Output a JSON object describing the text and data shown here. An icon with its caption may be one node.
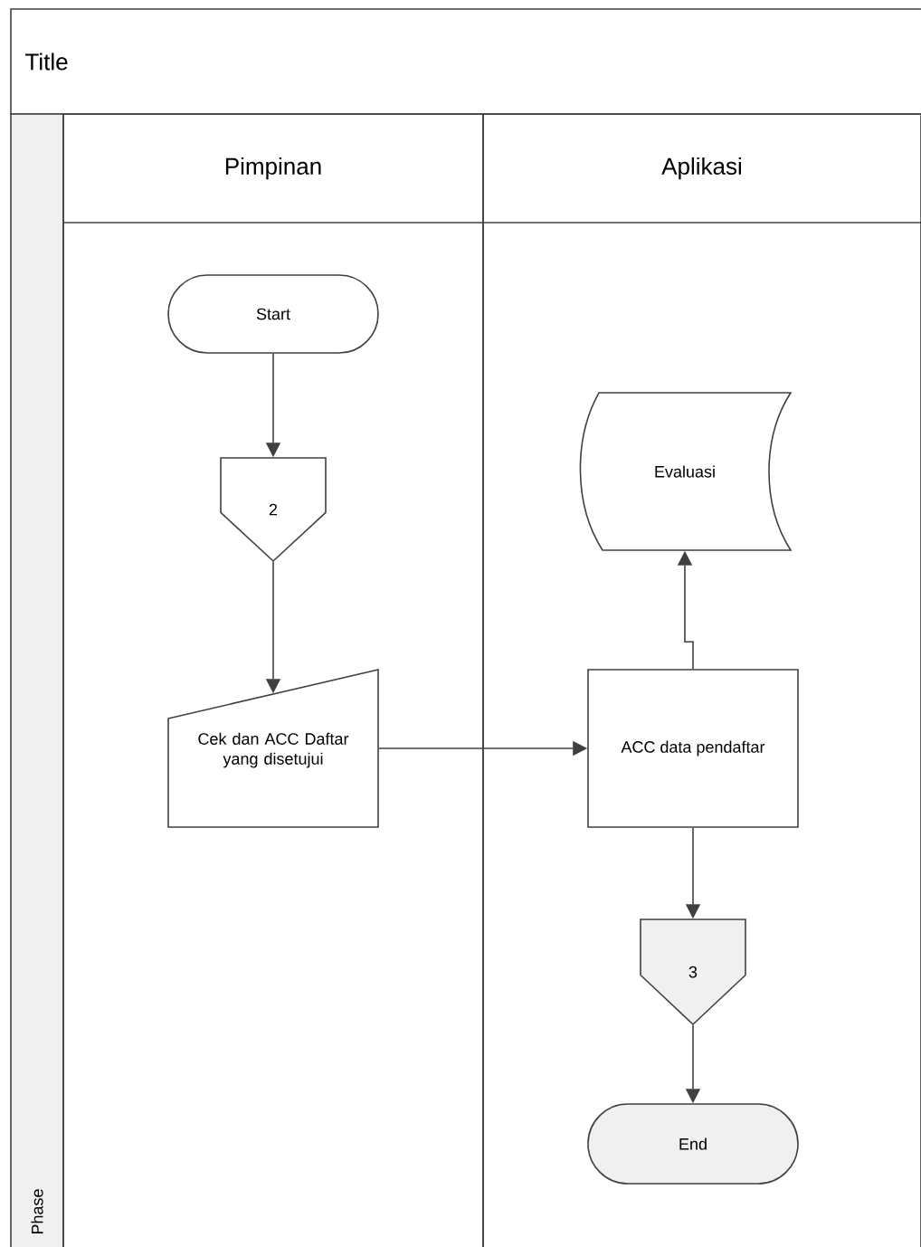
{
  "diagram": {
    "title": "Title",
    "nodes": [
      {
        "text": [
          "Phase"
        ]
      },
      {
        "text": [
          "Pimpinan"
        ]
      },
      {
        "text": [
          "Aplikasi"
        ]
      },
      {
        "text": [
          "Start"
        ],
        "in": 1
      },
      {
        "text": [
          "2"
        ],
        "in": 1
      },
      {
        "text": [
          "Cek dan ACC Daftar yang disetujui"
        ],
        "in": 1
      },
      {
        "text": [
          "Evaluasi"
        ],
        "in": 2
      },
      {
        "text": [
          "ACC data pendaftar"
        ],
        "in": 2
      },
      {
        "text": [
          "3"
        ],
        "in": 2
      },
      {
        "text": [
          "End"
        ],
        "in": 2
      }
    ],
    "edges": [
      {
        "from": 3,
        "to": 4,
        "arrow": "to"
      },
      {
        "from": 4,
        "to": 5,
        "arrow": "to"
      },
      {
        "from": 5,
        "to": 7,
        "arrow": "to"
      },
      {
        "from": 7,
        "to": 6,
        "arrow": "to"
      },
      {
        "from": 7,
        "to": 8,
        "arrow": "to"
      },
      {
        "from": 8,
        "to": 9,
        "arrow": "to"
      }
    ]
  }
}
